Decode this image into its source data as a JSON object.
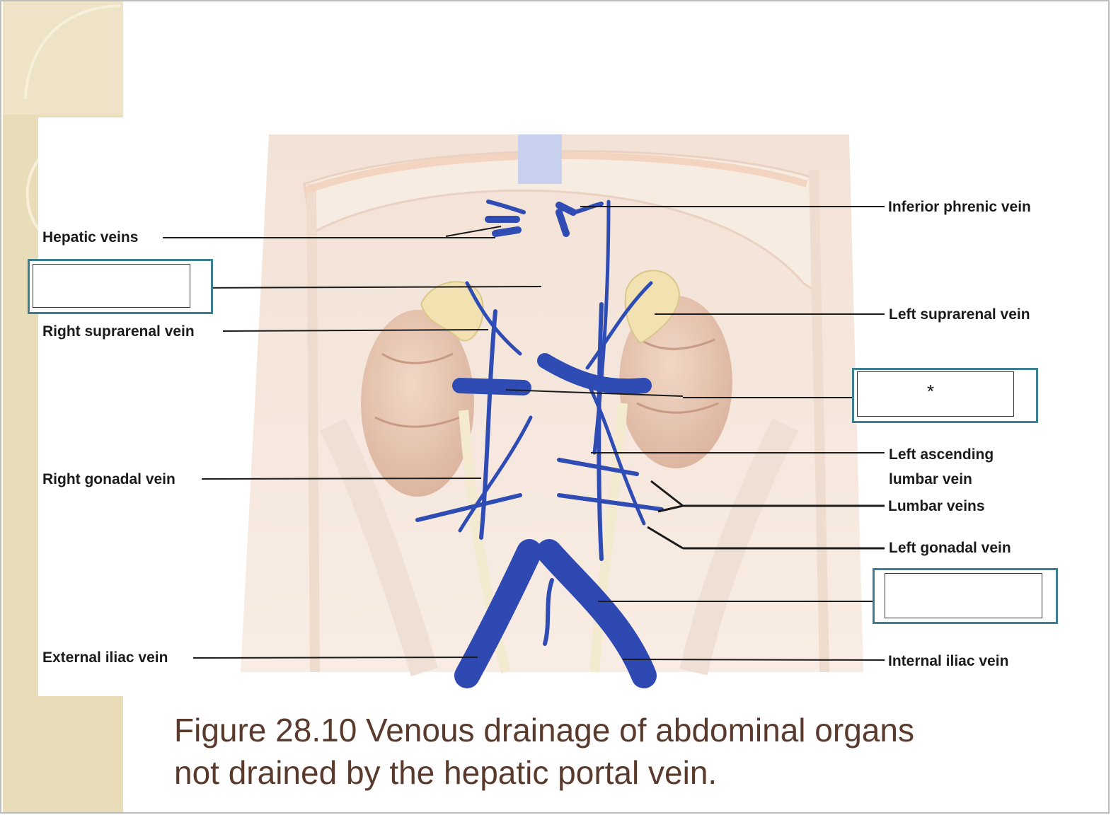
{
  "labels": {
    "hepatic_veins": "Hepatic veins",
    "right_suprarenal_vein": "Right suprarenal vein",
    "right_gonadal_vein": "Right gonadal vein",
    "external_iliac_vein": "External iliac vein",
    "inferior_phrenic_vein": "Inferior phrenic vein",
    "left_suprarenal_vein": "Left suprarenal vein",
    "left_ascending_line1": "Left ascending",
    "left_ascending_line2": "lumbar vein",
    "lumbar_veins": "Lumbar veins",
    "left_gonadal_vein": "Left gonadal vein",
    "internal_iliac_vein": "Internal iliac vein"
  },
  "boxes": {
    "box2_mark": "*"
  },
  "caption": {
    "line1": "Figure 28.10 Venous drainage of abdominal organs",
    "line2": "not drained by the hepatic portal vein."
  },
  "colors": {
    "vein": "#2f4cb5",
    "box_border": "#3d7f92",
    "caption": "#5a3a2c",
    "side_strip": "#e9dcb8"
  }
}
